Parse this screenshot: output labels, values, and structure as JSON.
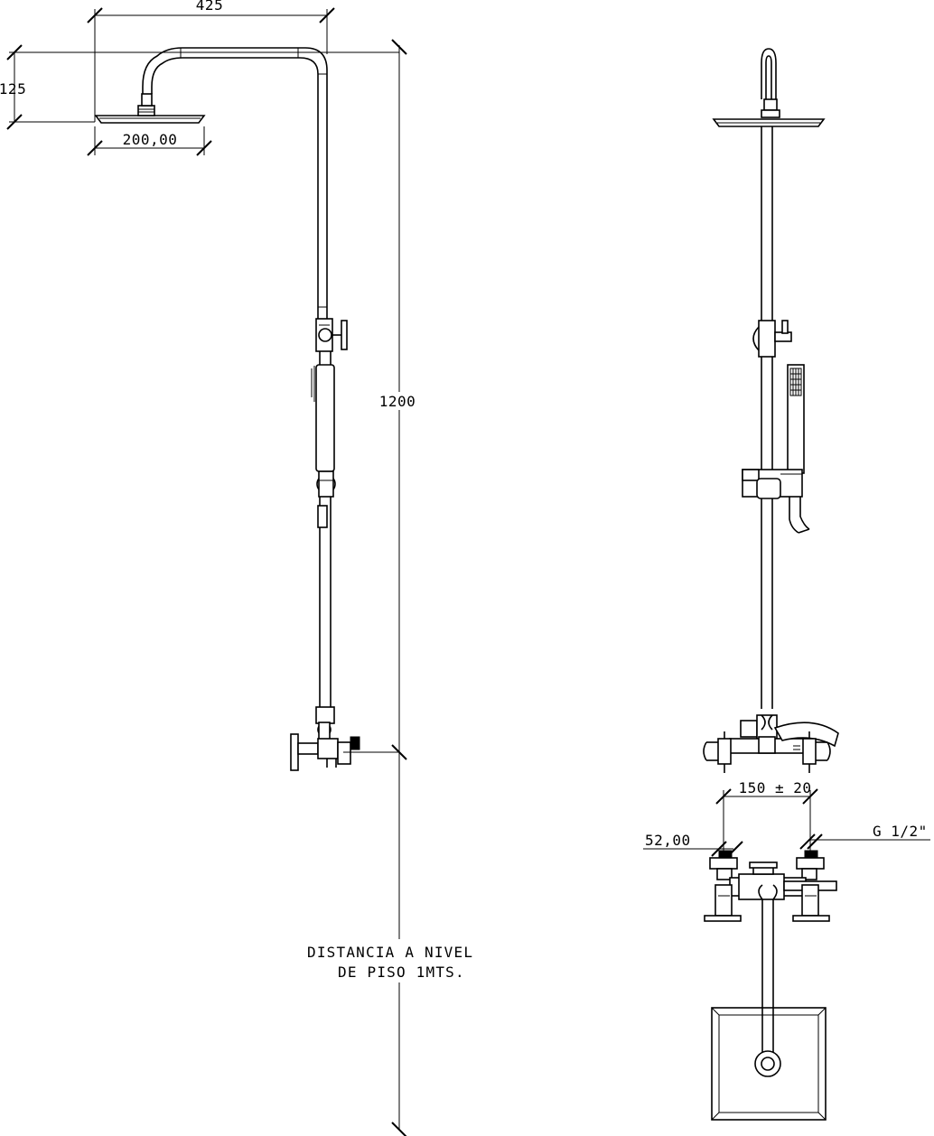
{
  "side_view": {
    "dim_width": "425",
    "dim_height_head": "125",
    "dim_head_diameter": "200,00",
    "dim_total_height": "1200",
    "note_line1": "DISTANCIA A NIVEL",
    "note_line2": "DE PISO 1MTS."
  },
  "front_view": {
    "dim_inlet_spacing": "150 ± 20",
    "dim_inlet_size": "52,00",
    "dim_thread": "G 1/2\""
  }
}
